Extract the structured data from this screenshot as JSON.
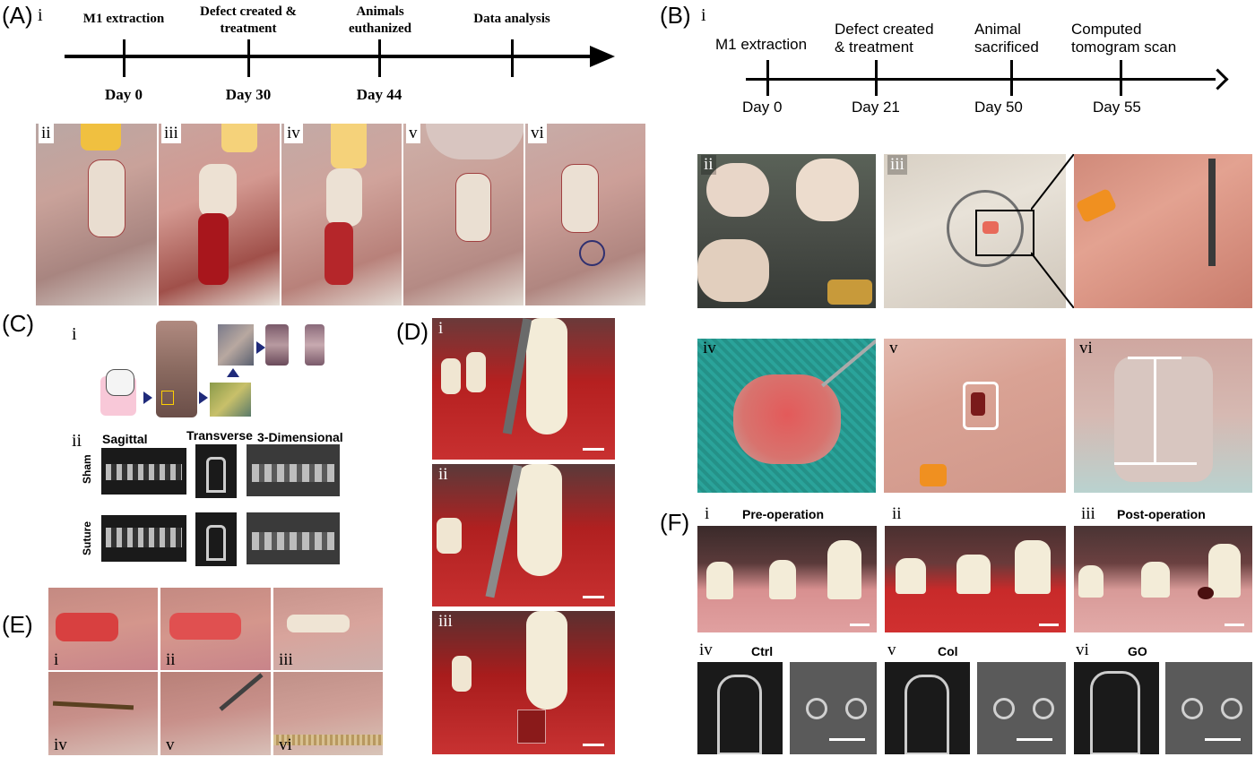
{
  "panels": {
    "A": {
      "label": "(A)",
      "timeline_roman": "i",
      "events": [
        "M1 extraction",
        "Defect created &\ntreatment",
        "Animals\neuthanized",
        "Data analysis"
      ],
      "days": [
        "Day 0",
        "Day 30",
        "Day 44"
      ],
      "photos": [
        "ii",
        "iii",
        "iv",
        "v",
        "vi"
      ]
    },
    "B": {
      "label": "(B)",
      "timeline_roman": "i",
      "events": [
        "M1 extraction",
        "Defect created\n& treatment",
        "Animal\nsacrificed",
        "Computed\ntomogram scan"
      ],
      "days": [
        "Day 0",
        "Day 21",
        "Day 50",
        "Day 55"
      ],
      "photos": [
        "ii",
        "iii",
        "iv",
        "v",
        "vi"
      ]
    },
    "C": {
      "label": "(C)",
      "schematic_roman": "i",
      "ct_roman": "ii",
      "col_headers": [
        "Sagittal",
        "Transverse",
        "3-Dimensional"
      ],
      "row_labels": [
        "Sham",
        "Suture"
      ]
    },
    "D": {
      "label": "(D)",
      "photos": [
        "i",
        "ii",
        "iii"
      ]
    },
    "E": {
      "label": "(E)",
      "photos": [
        "i",
        "ii",
        "iii",
        "iv",
        "v",
        "vi"
      ]
    },
    "F": {
      "label": "(F)",
      "photos": [
        "i",
        "ii",
        "iii"
      ],
      "top_headers": [
        "Pre-operation",
        "Post-operation"
      ],
      "ct_romans": [
        "iv",
        "v",
        "vi"
      ],
      "ct_headers": [
        "Ctrl",
        "Col",
        "GO"
      ]
    }
  },
  "colors": {
    "tissue": "#c88a80",
    "blood": "#b0121a",
    "tooth": "#f2ead8",
    "ct_bg": "#1a1a1a",
    "teal_drape": "#2aa39a"
  }
}
